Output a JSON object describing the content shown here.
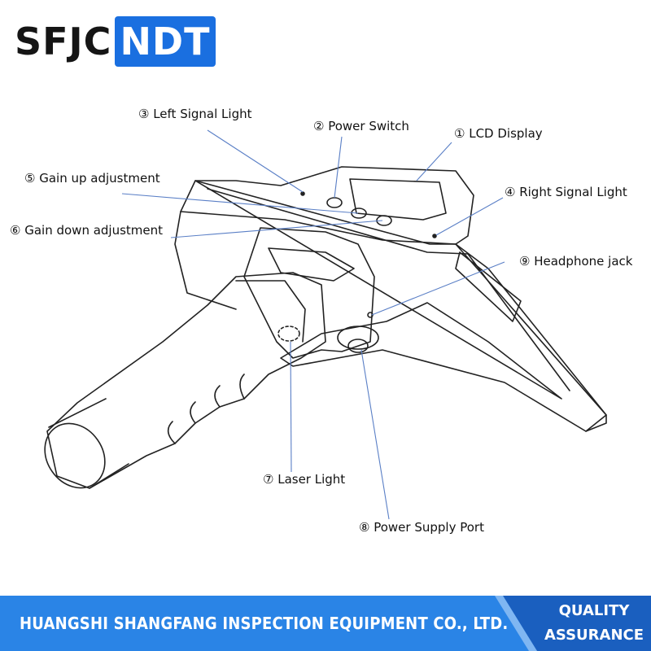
{
  "logo": {
    "part_a": "SFJC",
    "part_b": "NDT"
  },
  "labels": {
    "lcd_display": "① LCD Display",
    "power_switch": "② Power Switch",
    "left_signal_light": "③ Left Signal Light",
    "right_signal_light": "④ Right Signal Light",
    "gain_up": "⑤ Gain up adjustment",
    "gain_down": "⑥ Gain down adjustment",
    "laser_light": "⑦ Laser Light",
    "power_supply_port": "⑧ Power Supply Port",
    "headphone_jack": "⑨ Headphone jack"
  },
  "footer": {
    "company": "HUANGSHI SHANGFANG INSPECTION EQUIPMENT CO., LTD.",
    "quality": "QUALITY",
    "assurance": "ASSURANCE"
  },
  "colors": {
    "brand_blue": "#1a6fe0",
    "footer_blue": "#2a84e6",
    "leader_line": "#5a7fc6",
    "outline": "#222222"
  }
}
